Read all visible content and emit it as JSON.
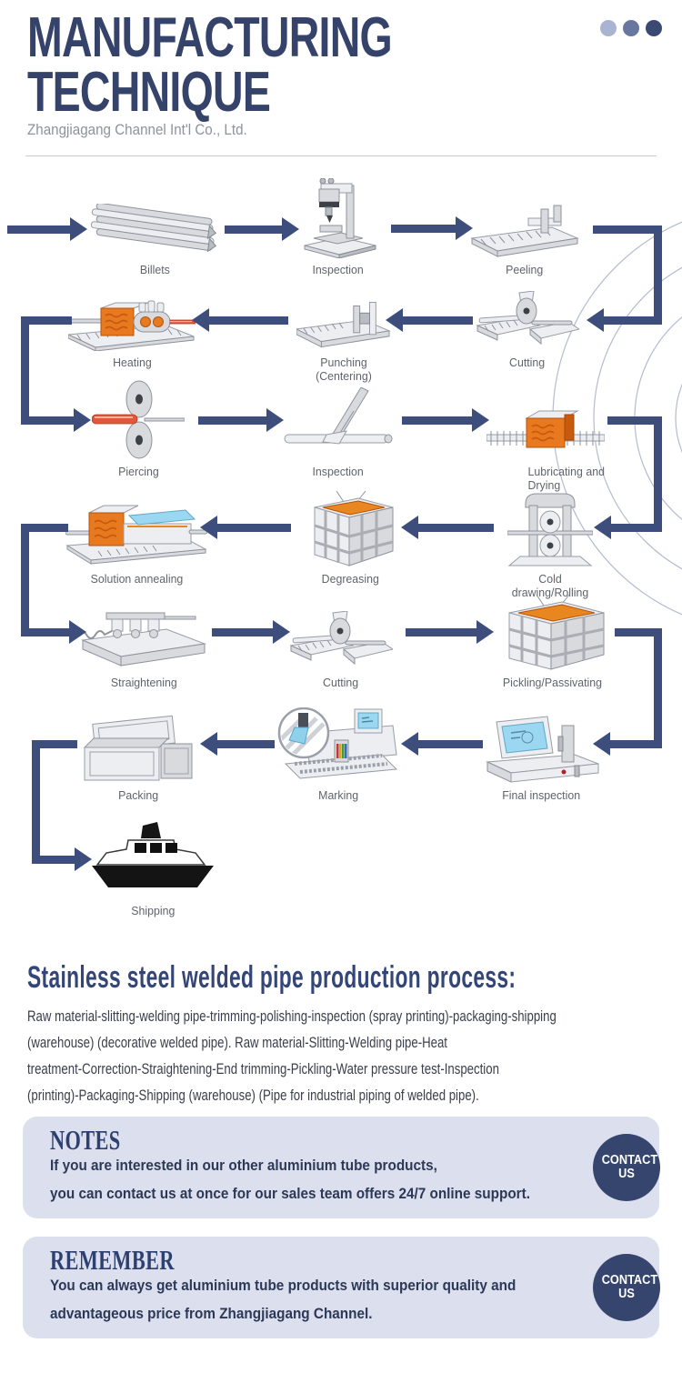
{
  "header": {
    "title_line1": "MANUFACTURING",
    "title_line2": "TECHNIQUE",
    "company": "Zhangjiagang Channel Int'l Co., Ltd."
  },
  "flow": {
    "steps": [
      {
        "label": "Billets"
      },
      {
        "label": "Inspection"
      },
      {
        "label": "Peeling"
      },
      {
        "label": "Cutting"
      },
      {
        "label": "Punching (Centering)"
      },
      {
        "label": "Heating"
      },
      {
        "label": "Piercing"
      },
      {
        "label": "Inspection"
      },
      {
        "label": "Lubricating and Drying"
      },
      {
        "label": "Cold drawing/Rolling"
      },
      {
        "label": "Degreasing"
      },
      {
        "label": "Solution annealing"
      },
      {
        "label": "Straightening"
      },
      {
        "label": "Cutting"
      },
      {
        "label": "Pickling/Passivating"
      },
      {
        "label": "Final inspection"
      },
      {
        "label": "Marking"
      },
      {
        "label": "Packing"
      },
      {
        "label": "Shipping"
      }
    ]
  },
  "process_section": {
    "heading": "Stainless steel welded pipe production process:",
    "lines": [
      "Raw material-slitting-welding pipe-trimming-polishing-inspection (spray printing)-packaging-shipping",
      "(warehouse) (decorative welded pipe). Raw material-Slitting-Welding pipe-Heat",
      "treatment-Correction-Straightening-End trimming-Pickling-Water pressure test-Inspection",
      "(printing)-Packaging-Shipping (warehouse) (Pipe for industrial piping of welded pipe)."
    ]
  },
  "notes_box": {
    "title": "NOTES",
    "line1": "If you are interested in our other aluminium tube products,",
    "line2": "you can contact us at once for our sales team offers 24/7 online support.",
    "button_label": "CONTACT US"
  },
  "remember_box": {
    "title": "REMEMBER",
    "line1": "You can always get aluminium tube products with superior quality and",
    "line2": "advantageous price from Zhangjiagang Channel.",
    "button_label": "CONTACT US"
  },
  "colors": {
    "navy": "#35456d",
    "arrow": "#3e4e7c",
    "box-bg": "#dcdfee",
    "accent-orange": "#e8791e"
  }
}
